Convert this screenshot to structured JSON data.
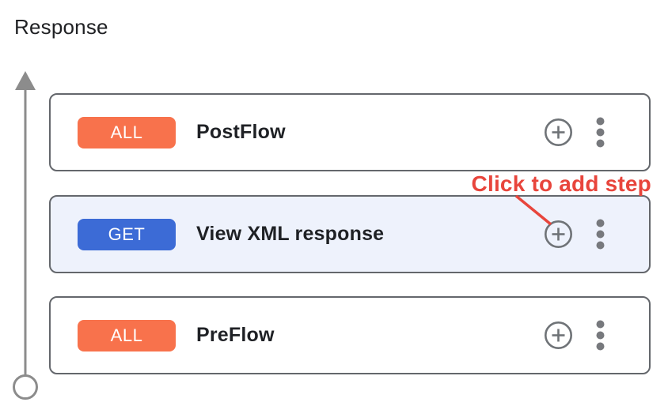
{
  "header": {
    "title": "Response"
  },
  "flow": {
    "cards": [
      {
        "verb": "ALL",
        "name": "PostFlow",
        "highlighted": false
      },
      {
        "verb": "GET",
        "name": "View XML response",
        "highlighted": true
      },
      {
        "verb": "ALL",
        "name": "PreFlow",
        "highlighted": false
      }
    ],
    "icons": {
      "add_step": "plus-in-circle",
      "card_menu": "vertical-three-dots-kebab",
      "direction": "upward-arrow-line",
      "terminal": "open-circle"
    }
  },
  "annotation": {
    "label": "Click to add step"
  },
  "colors": {
    "badge_all_orange": "#F8724C",
    "badge_get_blue": "#3C6BD6",
    "highlight_card_bg": "#EEF2FC",
    "card_border_gray": "#64676C",
    "icon_gray": "#6F7377",
    "rail_gray": "#8C8C8C",
    "annotation_red": "#E8453C",
    "text_dark": "#1F2125"
  }
}
